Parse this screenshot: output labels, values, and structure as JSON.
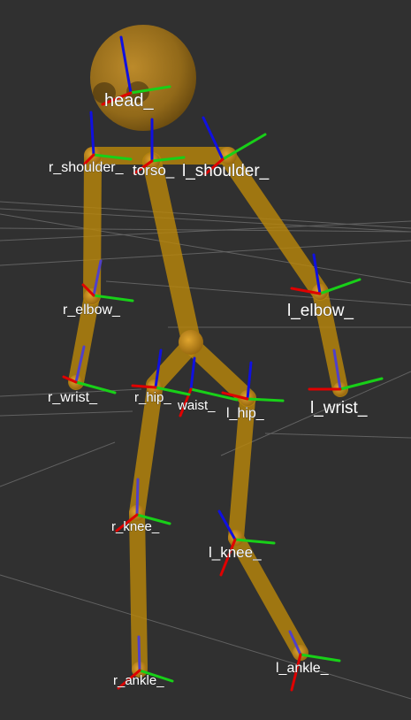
{
  "scene": {
    "background_color": "#303030",
    "grid_color": "#8a8a8a",
    "body_color": "#b8860b",
    "axis_colors": {
      "x": "#e00000",
      "y": "#18d018",
      "z": "#1010e0"
    }
  },
  "labels": {
    "head": "head_",
    "torso": "torso_",
    "r_shoulder": "r_shoulder_",
    "l_shoulder": "l_shoulder_",
    "r_elbow": "r_elbow_",
    "l_elbow": "l_elbow_",
    "r_wrist": "r_wrist_",
    "l_wrist": "l_wrist_",
    "waist": "waist_",
    "r_hip": "r_hip_",
    "l_hip": "l_hip_",
    "r_knee": "r_knee_",
    "l_knee": "l_knee_",
    "r_ankle": "r_ankle_",
    "l_ankle": "l_ankle_"
  }
}
